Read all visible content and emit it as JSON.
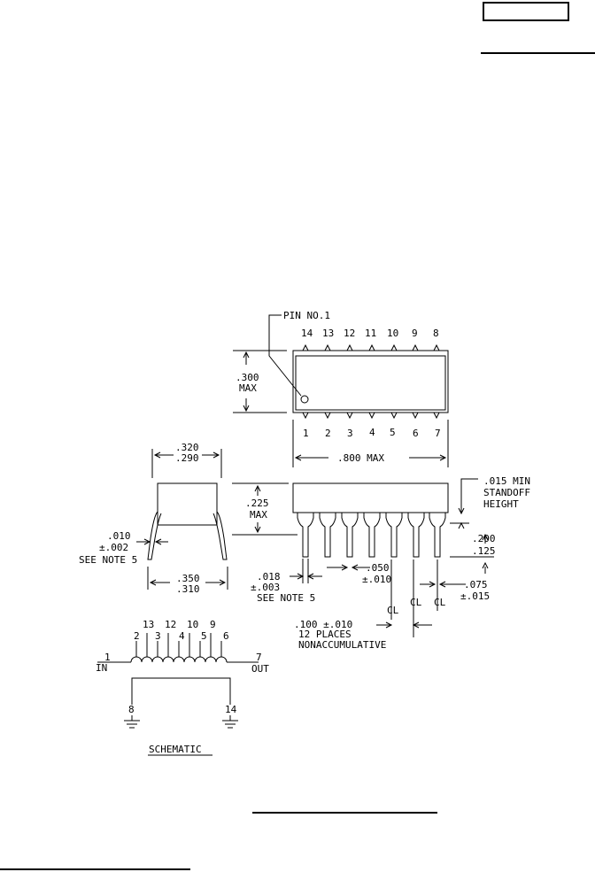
{
  "pin_one_label": "PIN NO.1",
  "top_pins": [
    "14",
    "13",
    "12",
    "11",
    "10",
    "9",
    "8"
  ],
  "bottom_pins": [
    "1",
    "2",
    "3",
    "4",
    "5",
    "6",
    "7"
  ],
  "dims": {
    "width_300": ".300",
    "max": "MAX",
    "length_800": ".800 MAX",
    "w320": ".320",
    "w290": ".290",
    "standoff_1": ".015 MIN",
    "standoff_2": "STANDOFF",
    "standoff_3": "HEIGHT",
    "h225": ".225",
    "h225_max": "MAX",
    "t010": ".010",
    "t002": "±.002",
    "see_note_5": "SEE NOTE 5",
    "lead_200": ".200",
    "lead_125": ".125",
    "s350": ".350",
    "s310": ".310",
    "d018": ".018",
    "d003": "±.003",
    "see_note_5b": "SEE NOTE 5",
    "d050": ".050",
    "d010": "±.010",
    "d075": ".075",
    "d015": "±.015",
    "cl": "CL",
    "pitch_1": ".100  ±.010",
    "pitch_2": "12 PLACES",
    "pitch_3": "NONACCUMULATIVE"
  },
  "schematic": {
    "taps_top": [
      "13",
      "12",
      "10",
      "9"
    ],
    "taps_low": [
      "2",
      "3",
      "4",
      "5",
      "6"
    ],
    "in_num": "1",
    "in_label": "IN",
    "out_num": "7",
    "out_label": "OUT",
    "gnd_left": "8",
    "gnd_right": "14",
    "title": "SCHEMATIC"
  }
}
